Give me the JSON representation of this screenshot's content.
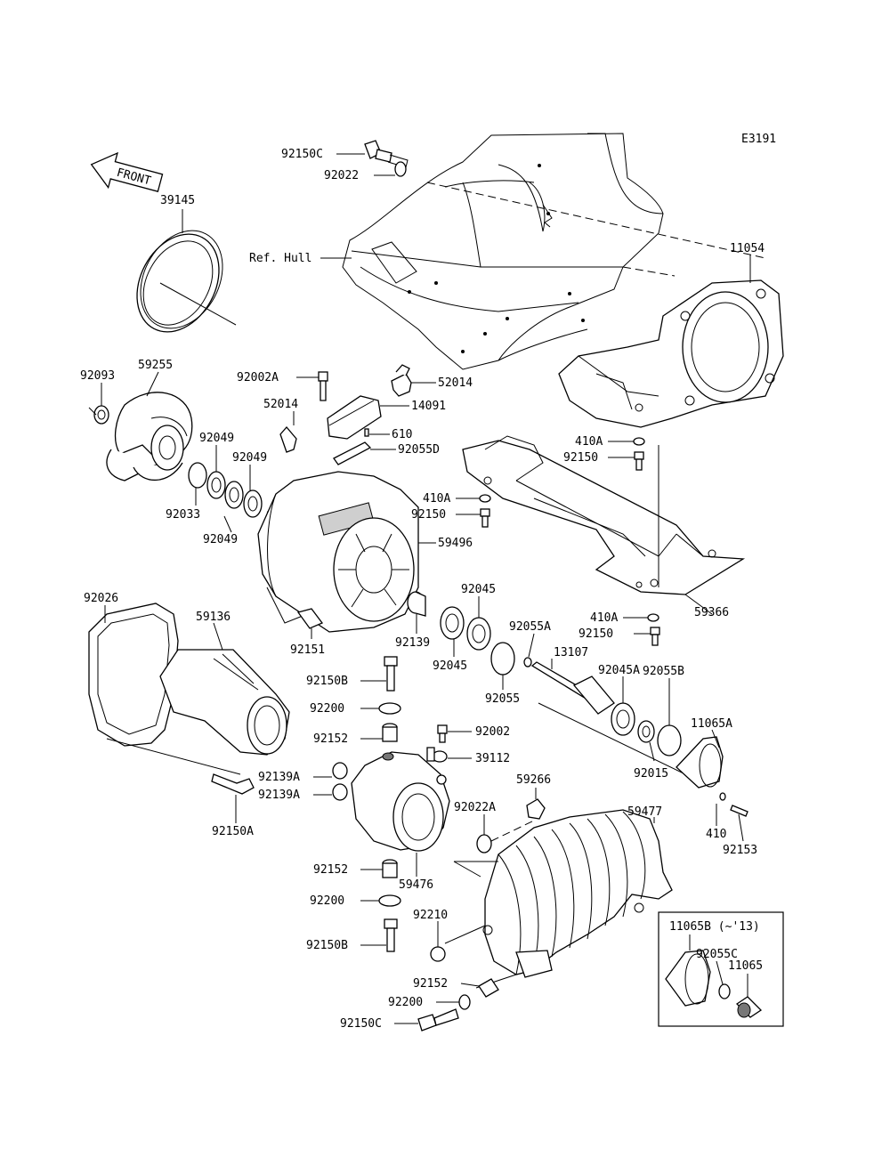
{
  "diagram_code": "E3191",
  "front_arrow": "FRONT",
  "labels": {
    "p92150C_top": "92150C",
    "p92022": "92022",
    "p39145": "39145",
    "ref_hull": "Ref. Hull",
    "p11054": "11054",
    "p92002A": "92002A",
    "p52014_r": "52014",
    "p52014_l": "52014",
    "p14091": "14091",
    "p610": "610",
    "p92055D": "92055D",
    "p92093": "92093",
    "p59255": "59255",
    "p92049_a": "92049",
    "p92049_b": "92049",
    "p92049_c": "92049",
    "p92033": "92033",
    "p410A_1": "410A",
    "p92150_1": "92150",
    "p410A_2": "410A",
    "p92150_2": "92150",
    "p59496": "59496",
    "p92045_top": "92045",
    "p92026": "92026",
    "p59136": "59136",
    "p92151": "92151",
    "p92139": "92139",
    "p92045_bot": "92045",
    "p92055A": "92055A",
    "p410A_3": "410A",
    "p92150_3": "92150",
    "p59366": "59366",
    "p13107": "13107",
    "p92150B_1": "92150B",
    "p92055": "92055",
    "p92045A": "92045A",
    "p92055B": "92055B",
    "p92200_1": "92200",
    "p11065A": "11065A",
    "p92152_1": "92152",
    "p92002": "92002",
    "p39112": "39112",
    "p92139A_1": "92139A",
    "p92139A_2": "92139A",
    "p92015": "92015",
    "p59266": "59266",
    "p92150A": "92150A",
    "p92022A": "92022A",
    "p59477": "59477",
    "p410": "410",
    "p92153": "92153",
    "p92152_2": "92152",
    "p59476": "59476",
    "p92200_2": "92200",
    "p11065B": "11065B (~'13)",
    "p92210": "92210",
    "p92055C": "92055C",
    "p11065": "11065",
    "p92150B_2": "92150B",
    "p92152_3": "92152",
    "p92200_3": "92200",
    "p92150C_bot": "92150C"
  }
}
